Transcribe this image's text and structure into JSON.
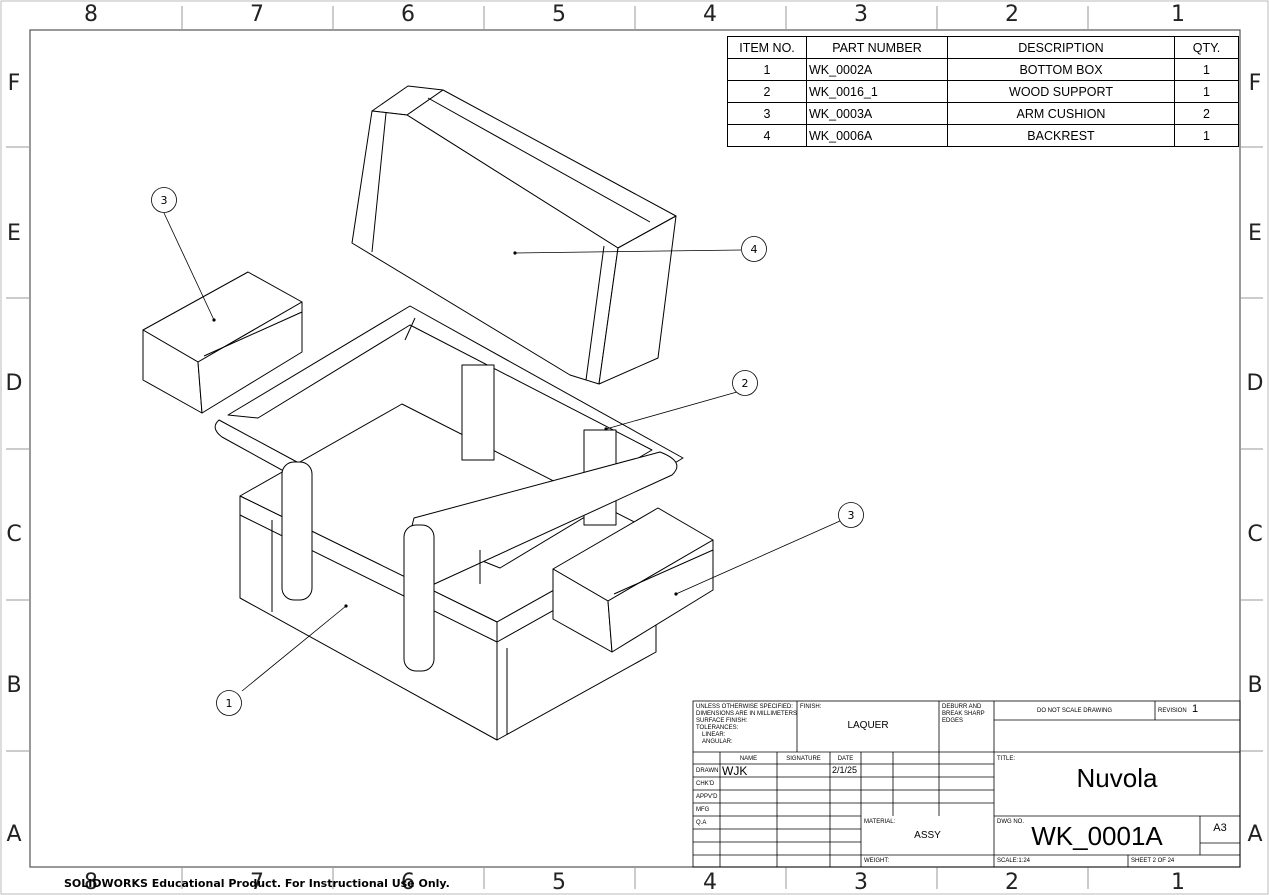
{
  "zones": {
    "columns": [
      "8",
      "7",
      "6",
      "5",
      "4",
      "3",
      "2",
      "1"
    ],
    "rows": [
      "F",
      "E",
      "D",
      "C",
      "B",
      "A"
    ]
  },
  "bom": {
    "headers": [
      "ITEM NO.",
      "PART NUMBER",
      "DESCRIPTION",
      "QTY."
    ],
    "rows": [
      [
        "1",
        "WK_0002A",
        "BOTTOM BOX",
        "1"
      ],
      [
        "2",
        "WK_0016_1",
        "WOOD SUPPORT",
        "1"
      ],
      [
        "3",
        "WK_0003A",
        "ARM CUSHION",
        "2"
      ],
      [
        "4",
        "WK_0006A",
        "BACKREST",
        "1"
      ]
    ]
  },
  "balloons": [
    "1",
    "2",
    "3",
    "3",
    "4"
  ],
  "title_block": {
    "notes": [
      "UNLESS OTHERWISE SPECIFIED:",
      "DIMENSIONS ARE IN MILLIMETERS",
      "SURFACE FINISH:",
      "TOLERANCES:",
      "LINEAR:",
      "ANGULAR:"
    ],
    "finish_label": "FINISH:",
    "finish": "LAQUER",
    "deburr": [
      "DEBURR AND",
      "BREAK SHARP",
      "EDGES"
    ],
    "do_not_scale": "DO NOT SCALE DRAWING",
    "revision_label": "REVISION",
    "revision": "1",
    "col_name": "NAME",
    "col_signature": "SIGNATURE",
    "col_date": "DATE",
    "row_labels": [
      "DRAWN",
      "CHK'D",
      "APPV'D",
      "MFG",
      "Q.A"
    ],
    "drawn_name": "WJK",
    "drawn_date": "2/1/25",
    "title_label": "TITLE:",
    "title": "Nuvola",
    "material_label": "MATERIAL:",
    "material": "ASSY",
    "dwg_no_label": "DWG NO.",
    "dwg_no": "WK_0001A",
    "size": "A3",
    "weight_label": "WEIGHT:",
    "scale": "SCALE:1:24",
    "sheet": "SHEET 2 OF 24"
  },
  "footer": "SOLIDWORKS Educational Product. For Instructional Use Only."
}
